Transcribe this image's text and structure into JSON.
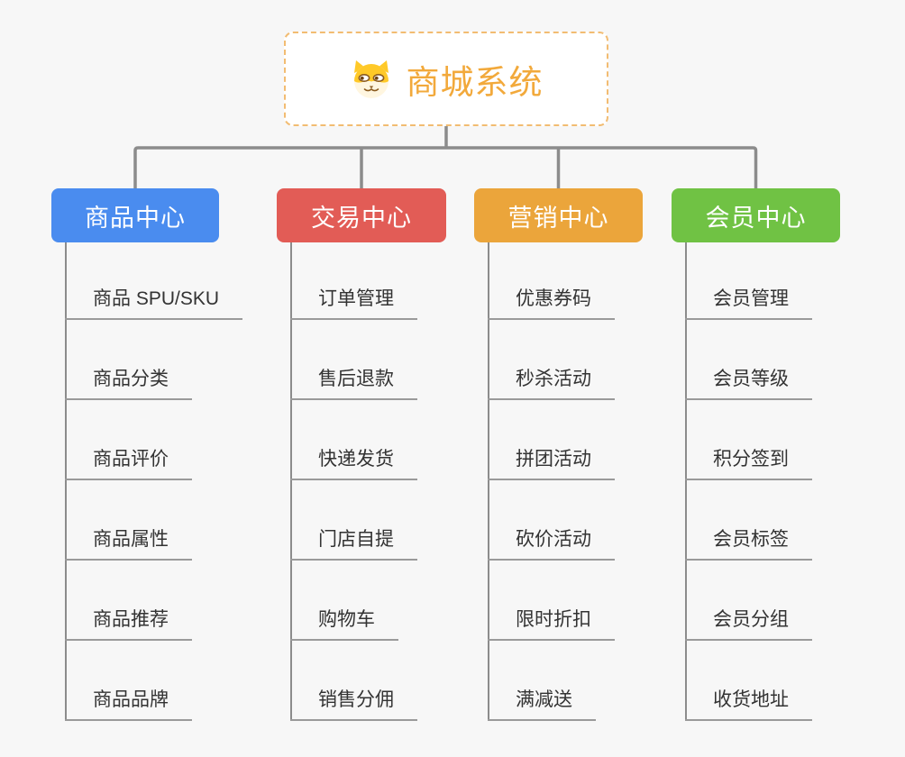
{
  "canvas": {
    "background": "#f7f7f7"
  },
  "root": {
    "title": "商城系统",
    "icon": "doge-face-icon",
    "text_color": "#F2A93B",
    "border_color": "#F2BC72",
    "background": "#ffffff"
  },
  "connectors": {
    "trunk_color": "#8c8c8c",
    "spine_color": "#8c8c8c",
    "underline_color": "#9a9a9a"
  },
  "branches": [
    {
      "label": "商品中心",
      "color": "#4A8CEF",
      "items": [
        "商品 SPU/SKU",
        "商品分类",
        "商品评价",
        "商品属性",
        "商品推荐",
        "商品品牌"
      ]
    },
    {
      "label": "交易中心",
      "color": "#E25C56",
      "items": [
        "订单管理",
        "售后退款",
        "快递发货",
        "门店自提",
        "购物车",
        "销售分佣"
      ]
    },
    {
      "label": "营销中心",
      "color": "#EBA53B",
      "items": [
        "优惠券码",
        "秒杀活动",
        "拼团活动",
        "砍价活动",
        "限时折扣",
        "满减送"
      ]
    },
    {
      "label": "会员中心",
      "color": "#70C244",
      "items": [
        "会员管理",
        "会员等级",
        "积分签到",
        "会员标签",
        "会员分组",
        "收货地址"
      ]
    }
  ]
}
